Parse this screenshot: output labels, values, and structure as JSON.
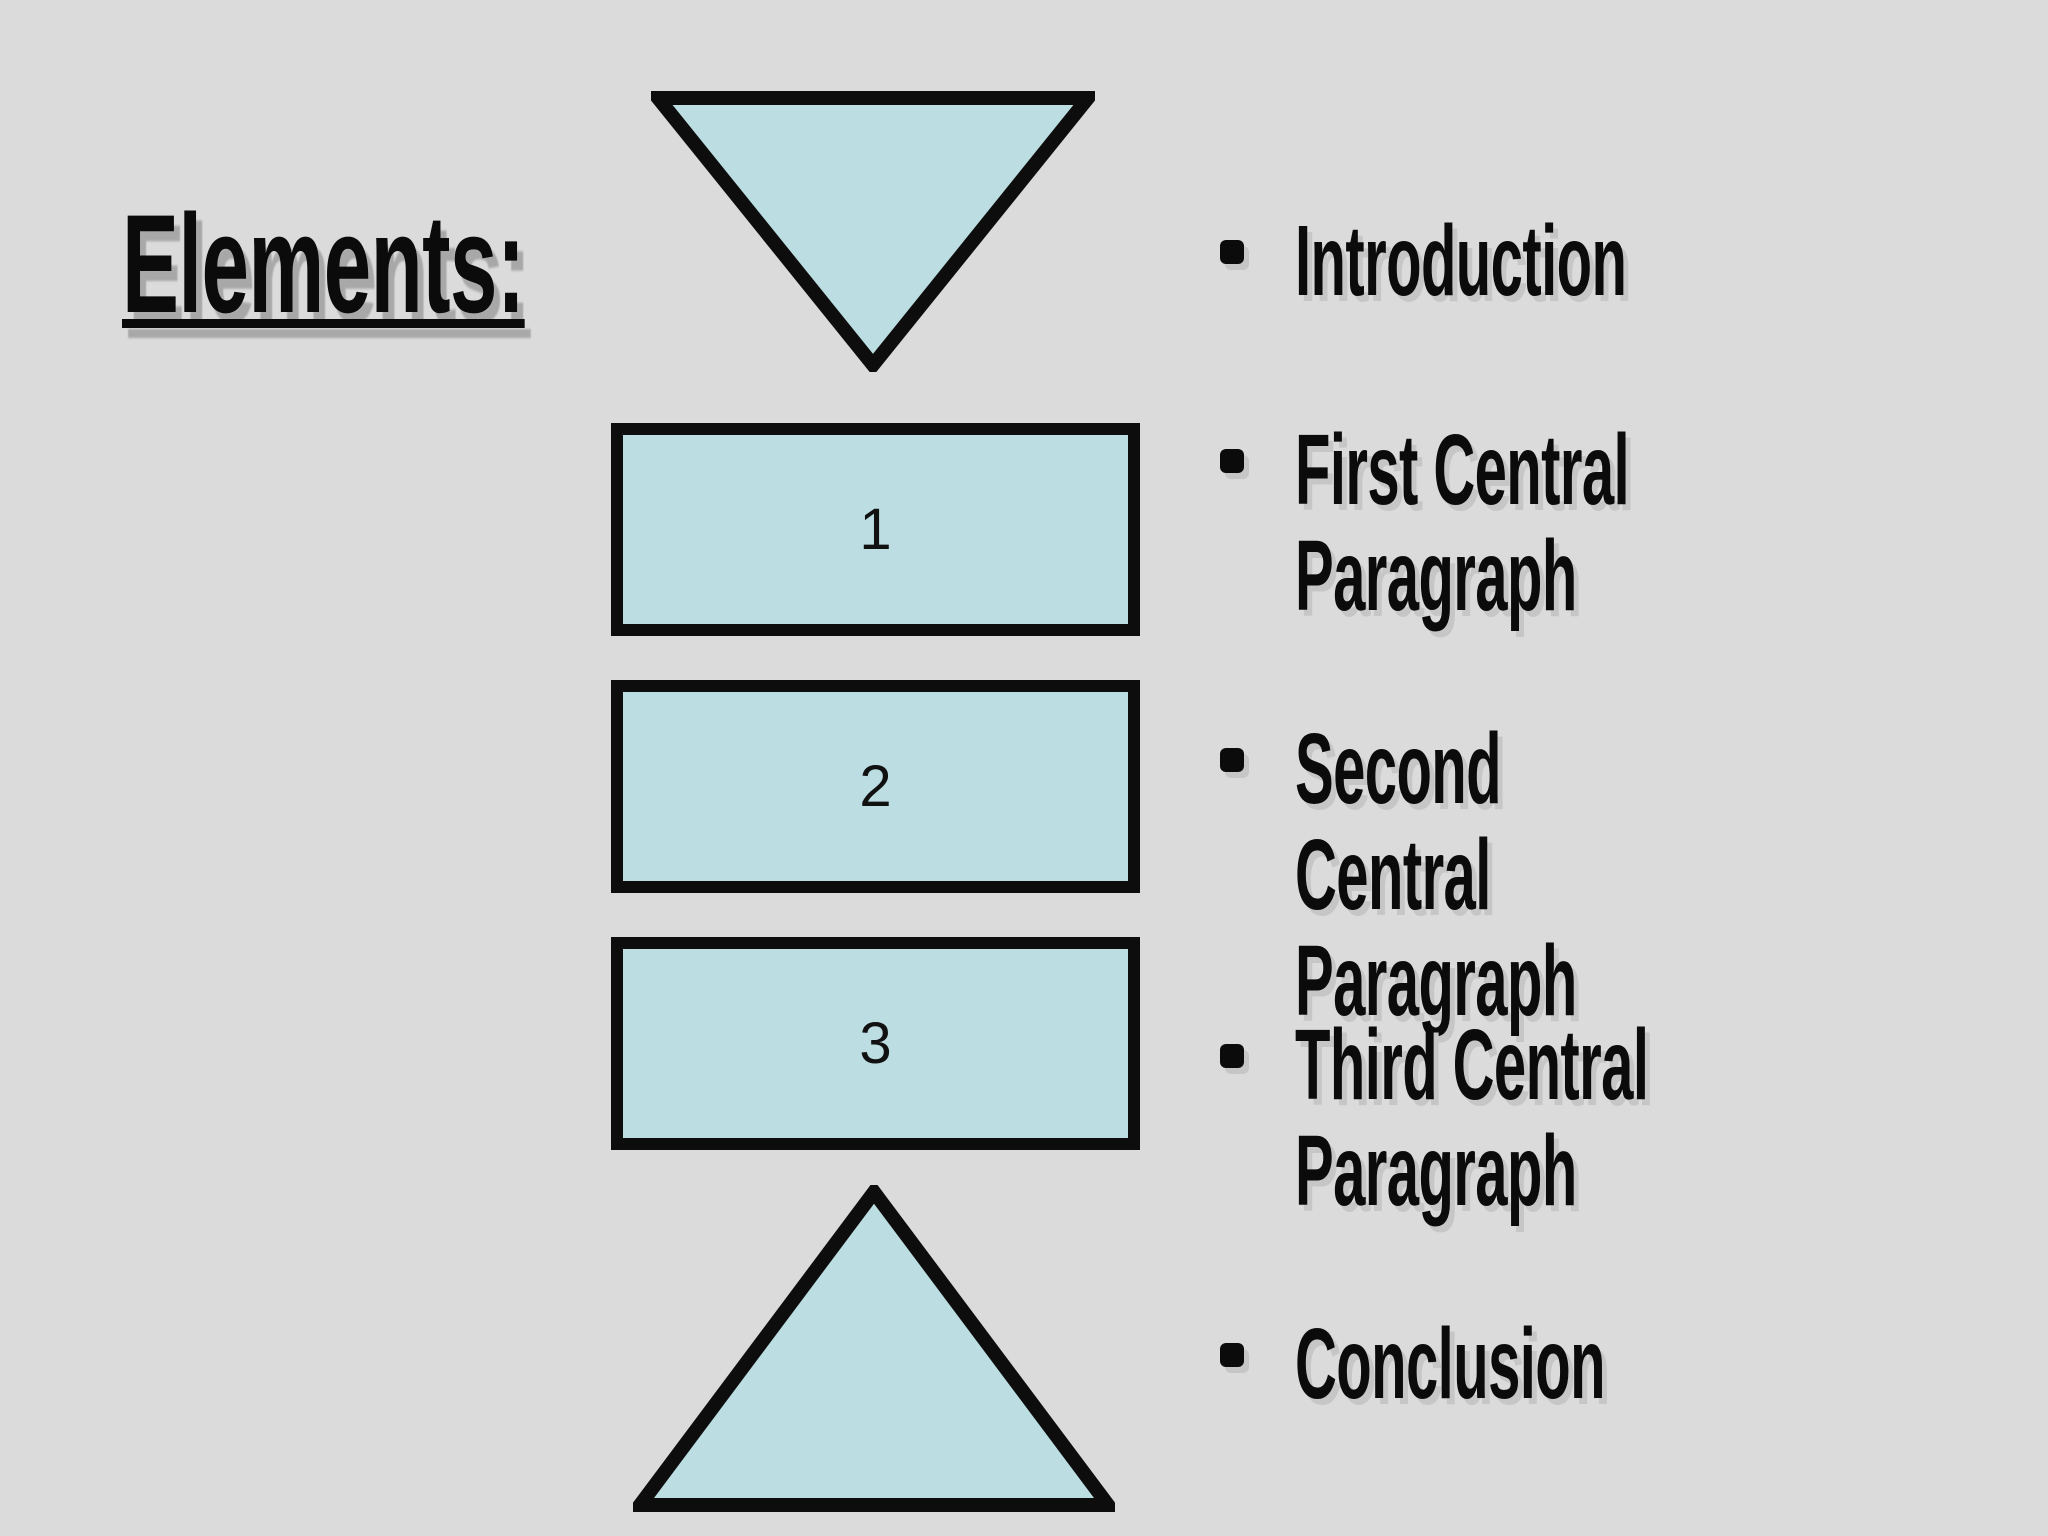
{
  "slide": {
    "title": "Elements:",
    "colors": {
      "background": "#dcdbdc",
      "shape_fill": "#bcdee2",
      "shape_stroke": "#0d0d0d",
      "text": "#0b0b0b",
      "title_shadow": "#a8a8a8"
    },
    "diagram": {
      "top_shape": {
        "name": "inverted-triangle",
        "label": ""
      },
      "blocks": [
        {
          "label": "1"
        },
        {
          "label": "2"
        },
        {
          "label": "3"
        }
      ],
      "bottom_shape": {
        "name": "triangle",
        "label": ""
      }
    },
    "bullets": [
      {
        "label": "Introduction"
      },
      {
        "label": "First Central Paragraph"
      },
      {
        "label": "Second Central Paragraph"
      },
      {
        "label": "Third Central Paragraph"
      },
      {
        "label": "Conclusion"
      }
    ]
  }
}
